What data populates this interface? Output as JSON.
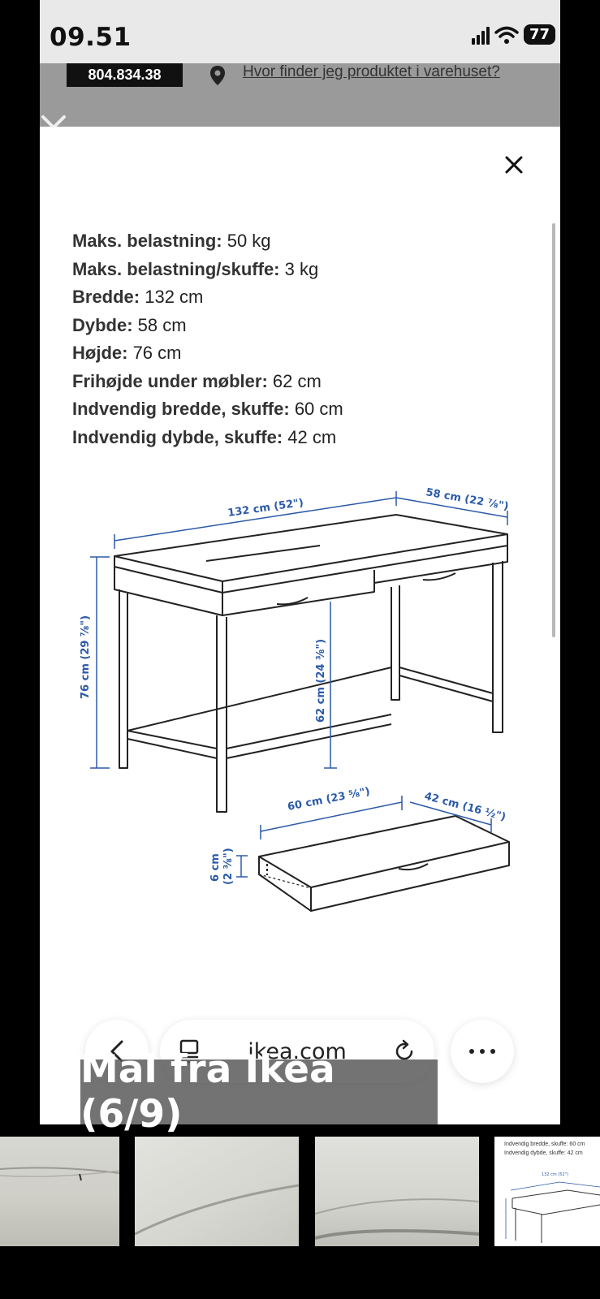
{
  "status_bar": {
    "time": "09.51",
    "battery": "77"
  },
  "behind_sheet": {
    "article_number": "804.834.38",
    "store_link": "Hvor finder jeg produktet i varehuset?"
  },
  "specs": [
    {
      "label": "Maks. belastning:",
      "value": " 50 kg"
    },
    {
      "label": "Maks. belastning/skuffe:",
      "value": " 3 kg"
    },
    {
      "label": "Bredde:",
      "value": " 132 cm"
    },
    {
      "label": "Dybde:",
      "value": " 58 cm"
    },
    {
      "label": "Højde:",
      "value": " 76 cm"
    },
    {
      "label": "Frihøjde under møbler:",
      "value": " 62 cm"
    },
    {
      "label": "Indvendig bredde, skuffe:",
      "value": " 60 cm"
    },
    {
      "label": "Indvendig dybde, skuffe:",
      "value": " 42 cm"
    }
  ],
  "diagram_labels": {
    "width": "132 cm (52\")",
    "depth": "58 cm (22 ⅞\")",
    "height": "76 cm (29 ⅞\")",
    "clearance": "62 cm (24 ⅜\")",
    "drawer_width": "60 cm (23 ⅝\")",
    "drawer_depth": "42 cm (16 ½\")",
    "drawer_height_cm": "6 cm",
    "drawer_height_in": "(2 ⅜\")"
  },
  "browser": {
    "domain": "ikea.com"
  },
  "caption": "Mål fra Ikea (6/9)",
  "thumbnail_text": {
    "line1": "Indvendig bredde, skuffe: 60 cm",
    "line2": "Indvendig dybde, skuffe: 42 cm",
    "dim": "132 cm (52\")"
  },
  "colors": {
    "dimension_blue": "#2b5aa8",
    "line": "#222222"
  }
}
